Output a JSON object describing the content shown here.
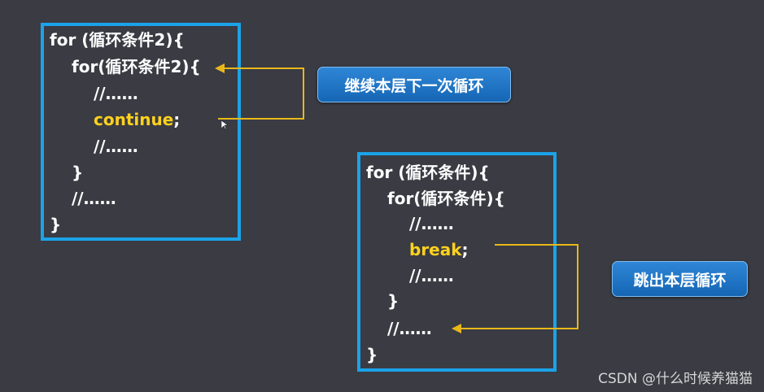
{
  "box_continue": {
    "lines": [
      "for (循环条件2){",
      "for(循环条件2){",
      "//……",
      "continue",
      ";",
      "//……",
      "}",
      "//……",
      "}"
    ]
  },
  "box_break": {
    "lines": [
      "for (循环条件){",
      "for(循环条件){",
      "//……",
      "break",
      ";",
      "//……",
      "}",
      "//……",
      "}"
    ]
  },
  "labels": {
    "continue_label": "继续本层下一次循环",
    "break_label": "跳出本层循环"
  },
  "watermark": "CSDN @什么时候养猫猫",
  "colors": {
    "box_border": "#1ba3e8",
    "keyword": "#ffd21f",
    "arrow": "#e8b81a",
    "label_bg": "#1f74c6",
    "background": "#3a3b43"
  }
}
